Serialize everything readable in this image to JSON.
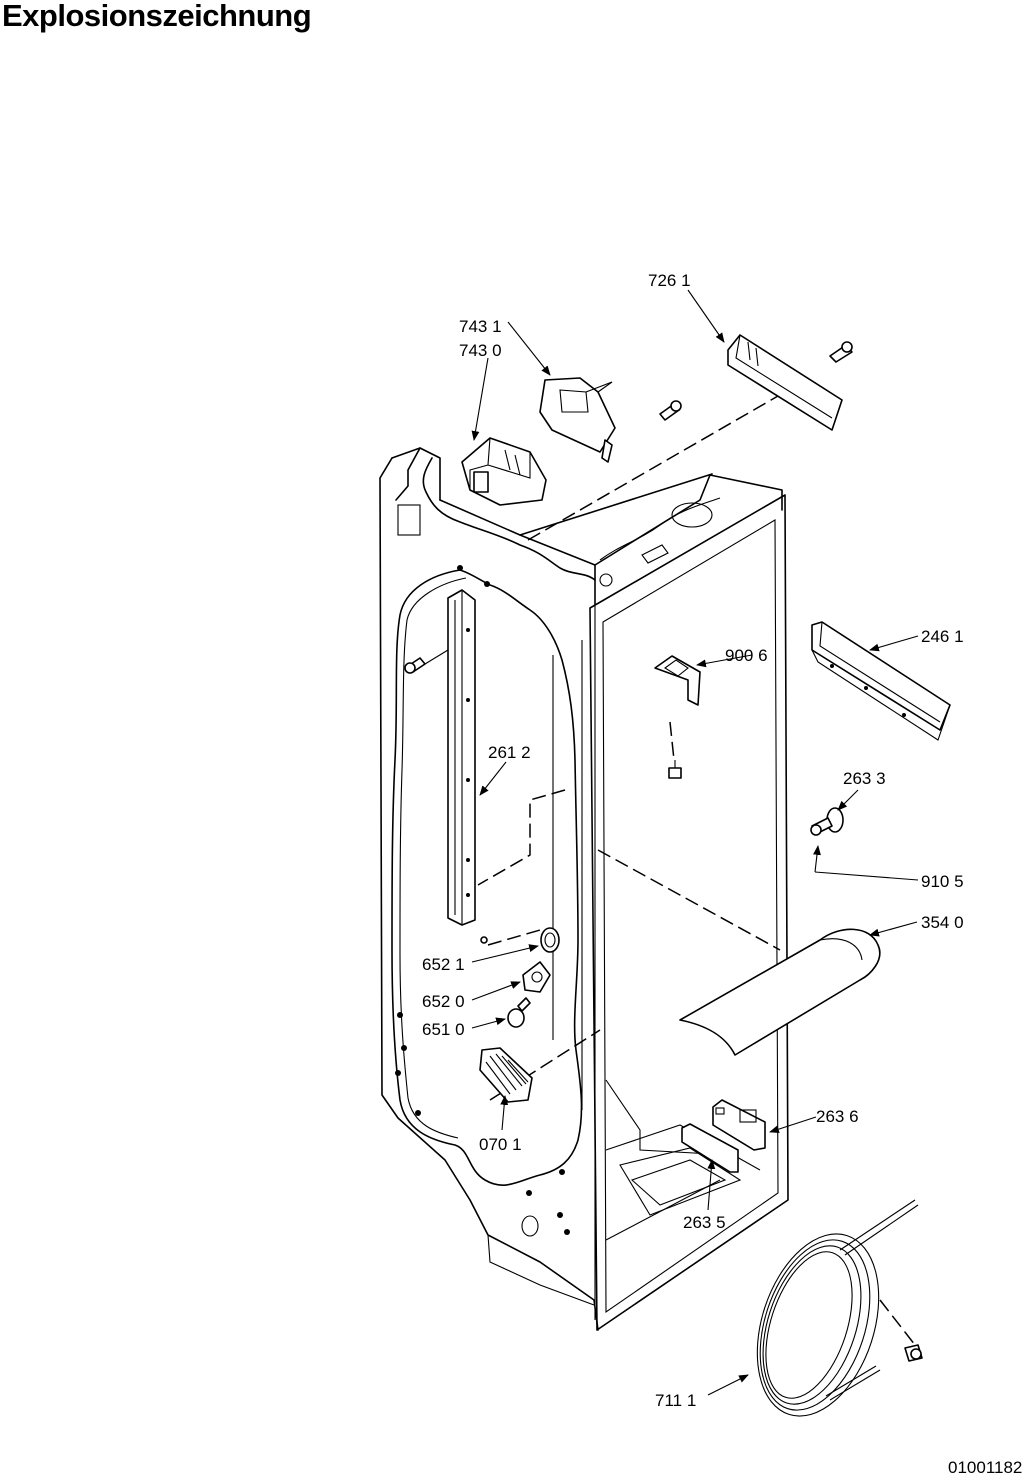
{
  "title": "Explosionszeichnung",
  "document_number": "01001182",
  "callouts": [
    {
      "id": "c7261",
      "label": "726 1"
    },
    {
      "id": "c7431",
      "label": "743 1"
    },
    {
      "id": "c7430",
      "label": "743 0"
    },
    {
      "id": "c2461",
      "label": "246 1"
    },
    {
      "id": "c9006",
      "label": "900 6"
    },
    {
      "id": "c2612",
      "label": "261 2"
    },
    {
      "id": "c2633",
      "label": "263 3"
    },
    {
      "id": "c9105",
      "label": "910 5"
    },
    {
      "id": "c3540",
      "label": "354 0"
    },
    {
      "id": "c6521",
      "label": "652 1"
    },
    {
      "id": "c6520",
      "label": "652 0"
    },
    {
      "id": "c6510",
      "label": "651 0"
    },
    {
      "id": "c0701",
      "label": "070 1"
    },
    {
      "id": "c2636",
      "label": "263 6"
    },
    {
      "id": "c2635",
      "label": "263 5"
    },
    {
      "id": "c7111",
      "label": "711 1"
    }
  ]
}
